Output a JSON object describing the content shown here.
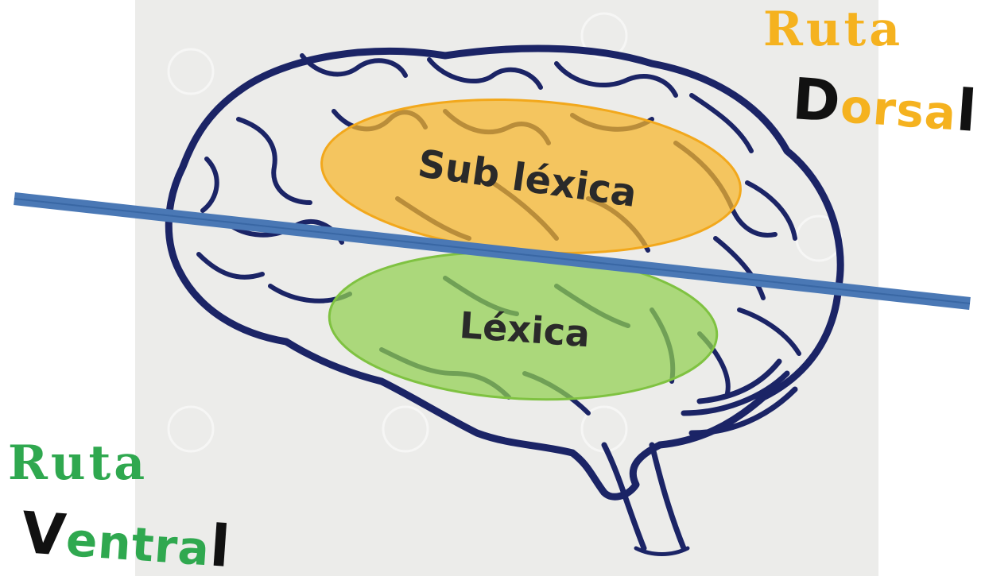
{
  "diagram": {
    "regions": [
      {
        "id": "sub-lexica",
        "label": "Sub léxica",
        "color": "#f7b52a"
      },
      {
        "id": "lexica",
        "label": "Léxica",
        "color": "#92d050"
      }
    ],
    "divider_color": "#4a78b5",
    "brain_stroke_color": "#1b2466"
  },
  "routes": {
    "dorsal": {
      "ruta": "Ruta",
      "initial": "D",
      "middle": "orsa",
      "final": "l",
      "color": "#f5b21f"
    },
    "ventral": {
      "ruta": "Ruta",
      "initial": "V",
      "middle": "entra",
      "final": "l",
      "color": "#2fa84f"
    }
  }
}
